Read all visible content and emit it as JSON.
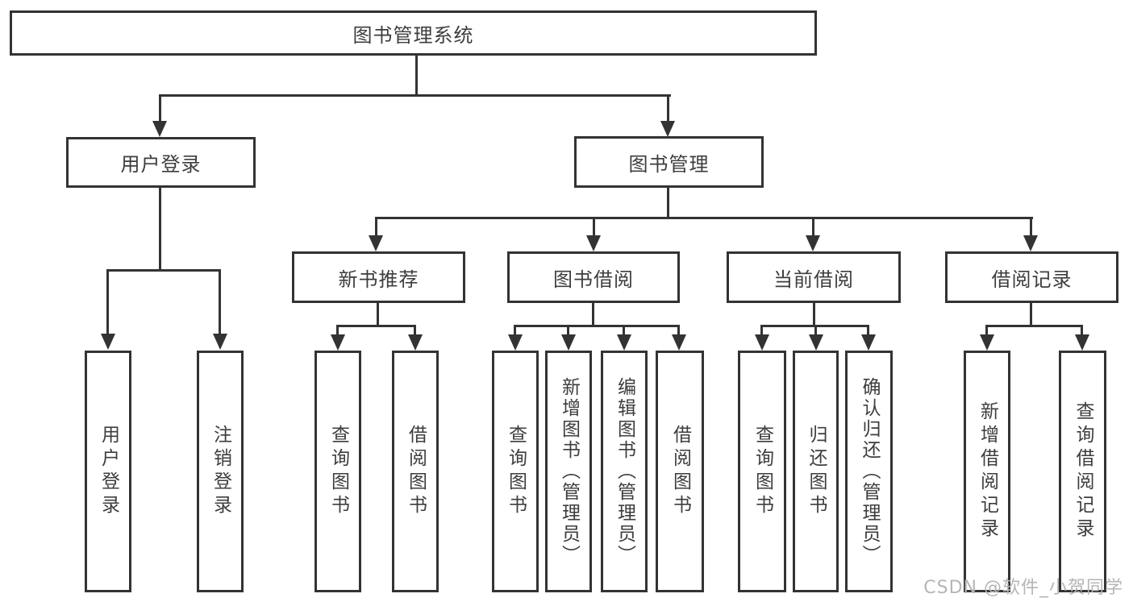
{
  "diagram": {
    "title": "图书管理系统",
    "type": "tree",
    "colors": {
      "line": "#333333",
      "text": "#3d3d3d",
      "box_background": "#ffffff",
      "watermark": "#b5b5b5"
    }
  },
  "nodes": {
    "root": "图书管理系统",
    "user_login": "用户登录",
    "book_management": "图书管理",
    "new_book_recommend": "新书推荐",
    "book_borrow": "图书借阅",
    "current_borrow": "当前借阅",
    "borrow_records": "借阅记录",
    "leaf_user_login": "用户登录",
    "leaf_logout": "注销登录",
    "leaf_query_book_1": "查询图书",
    "leaf_borrow_book_1": "借阅图书",
    "leaf_query_book_2": "查询图书",
    "leaf_add_book_admin": "新增图书（管理员）",
    "leaf_edit_book_admin": "编辑图书（管理员）",
    "leaf_borrow_book_2": "借阅图书",
    "leaf_query_book_3": "查询图书",
    "leaf_return_book": "归还图书",
    "leaf_confirm_return_admin": "确认归还（管理员）",
    "leaf_add_borrow_record": "新增借阅记录",
    "leaf_query_borrow_record": "查询借阅记录"
  },
  "watermark": {
    "text": "CSDN @软件_小贺同学"
  }
}
